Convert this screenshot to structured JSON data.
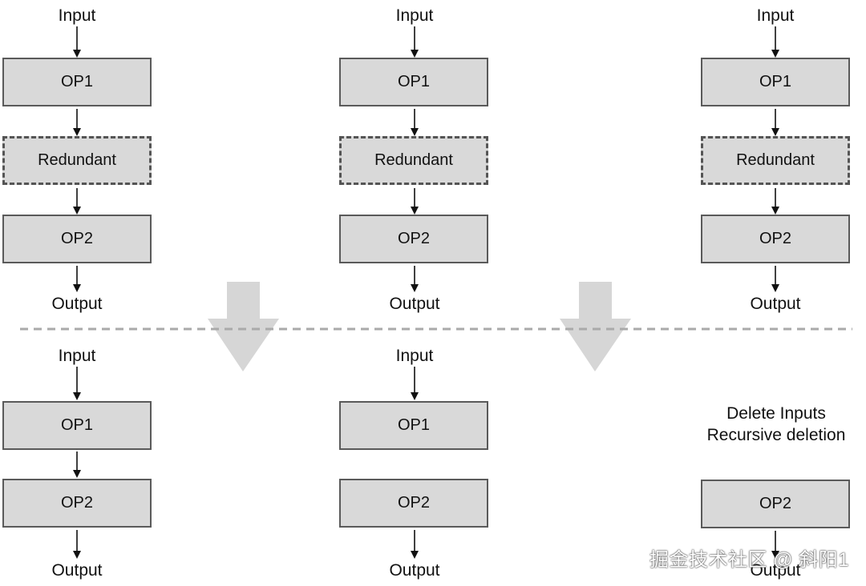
{
  "flows": {
    "top_left": {
      "input": "Input",
      "op1": "OP1",
      "redundant": "Redundant",
      "op2": "OP2",
      "output": "Output"
    },
    "top_middle": {
      "input": "Input",
      "op1": "OP1",
      "redundant": "Redundant",
      "op2": "OP2",
      "output": "Output"
    },
    "top_right": {
      "input": "Input",
      "op1": "OP1",
      "redundant": "Redundant",
      "op2": "OP2",
      "output": "Output"
    },
    "bottom_left": {
      "input": "Input",
      "op1": "OP1",
      "op2": "OP2",
      "output": "Output"
    },
    "bottom_middle": {
      "input": "Input",
      "op1": "OP1",
      "op2": "OP2",
      "output": "Output"
    },
    "bottom_right": {
      "note_line1": "Delete Inputs",
      "note_line2": "Recursive deletion",
      "op2": "OP2",
      "output": "Output"
    }
  },
  "watermark": "掘金技术社区 @ 斜阳1",
  "colors": {
    "box_fill": "#d9d9d9",
    "box_border": "#5a5a5a",
    "arrow": "#111111",
    "big_arrow": "#d6d6d6",
    "divider": "#aaaaaa"
  }
}
